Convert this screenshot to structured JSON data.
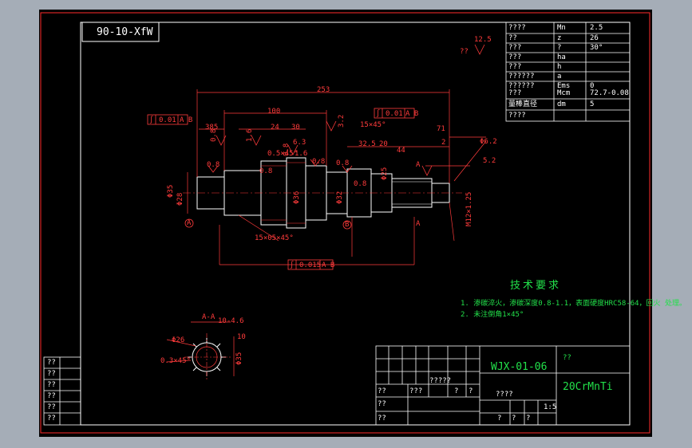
{
  "title_block_code_top": "90-10-XfW",
  "roughness_general": "12.5",
  "roughness_note": "??",
  "gear_params": [
    {
      "label": "????",
      "sym": "Mn",
      "value": "2.5"
    },
    {
      "label": "??",
      "sym": "z",
      "value": "26"
    },
    {
      "label": "???",
      "sym": "?",
      "value": "30°"
    },
    {
      "label": "???",
      "sym": "ha",
      "value": ""
    },
    {
      "label": "???",
      "sym": "h",
      "value": ""
    },
    {
      "label": "??????",
      "sym": "a",
      "value": ""
    },
    {
      "label": "??????",
      "sym": "Ems",
      "value": "0"
    },
    {
      "label": "???",
      "sym": "Mcm",
      "value": "72.7-0.08"
    },
    {
      "label": "量棒直径",
      "sym": "dm",
      "value": "5"
    },
    {
      "label": "????",
      "sym": "",
      "value": ""
    }
  ],
  "dimensions": {
    "overall": "253",
    "d1": "385",
    "d2": "100",
    "d3": "24",
    "d4": "30",
    "d5": "15×45°",
    "d6": "32.5",
    "d7": "20",
    "d8": "44",
    "d9": "71",
    "d10": "2",
    "d11": "5.2",
    "d12": "Φ6.2",
    "d13": "0.5×45°",
    "d14": "15×05×45°",
    "d15": "M12×1.25",
    "d16": "Φ35",
    "d17": "Φ28",
    "d18": "Φ36",
    "d19": "Φ32",
    "d20": "Φ25"
  },
  "tolerance_frames": [
    {
      "sym": "∫",
      "val": "0.01",
      "ref": "A B"
    },
    {
      "sym": "∫",
      "val": "0.01",
      "ref": "A B"
    },
    {
      "sym": "∫",
      "val": "0.015",
      "ref": "A B"
    }
  ],
  "roughness_marks": [
    "0.8",
    "0.8",
    "1.6",
    "0.8",
    "0.8",
    "0.8",
    "0.8",
    "3.2",
    "1.6",
    "0.8",
    "6.3"
  ],
  "datum_labels": [
    "A",
    "B"
  ],
  "section_label": "A-A",
  "section_labels": [
    "A",
    "A"
  ],
  "tech_title": "技术要求",
  "tech_items": [
    "1. 渗碳淬火，渗碳深度0.8-1.1，表面硬度HRC58-64，回火 处理。",
    "2. 未注倒角1×45°"
  ],
  "section_dims": [
    "10-4.6",
    "Φ26",
    "Φ35",
    "0.3×45°",
    "10"
  ],
  "drawing_number": "WJX-01-06",
  "part_name": "??",
  "material": "20CrMnTi",
  "scale": "1:5",
  "sheet_info": "????",
  "left_table": [
    "??",
    "??",
    "??",
    "??",
    "??",
    "??"
  ],
  "title_rows": [
    "??",
    "??",
    "??",
    "?????",
    "???"
  ],
  "sign_cells": [
    "?",
    "?",
    "?",
    "?",
    "?"
  ]
}
